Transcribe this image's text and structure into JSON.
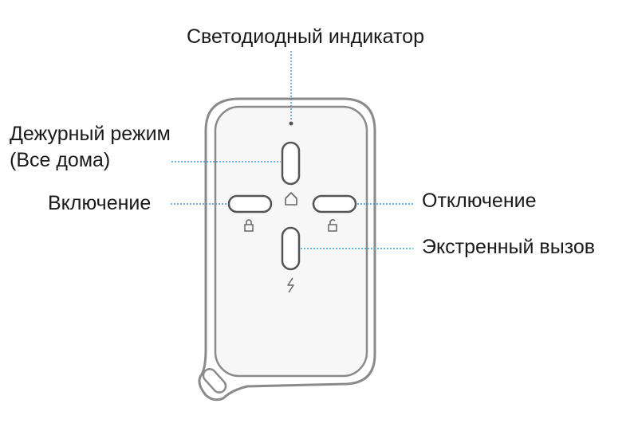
{
  "labels": {
    "led": "Светодиодный индикатор",
    "home_line1": "Дежурный режим",
    "home_line2": "(Все дома)",
    "arm": "Включение",
    "disarm": "Отключение",
    "panic": "Экстренный вызов"
  },
  "icons": {
    "home": "home-icon",
    "arm": "lock-closed-icon",
    "disarm": "lock-open-icon",
    "panic": "lightning-icon"
  },
  "colors": {
    "device_outline": "#8a8a8a",
    "device_fill": "#f7f7f7",
    "leader_line": "#3a9fd8",
    "text": "#1a1a1a"
  }
}
